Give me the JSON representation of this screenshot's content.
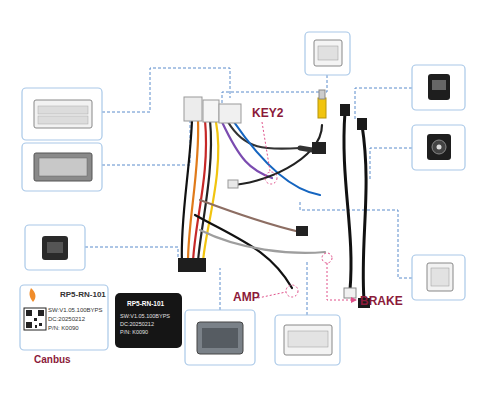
{
  "diagram": {
    "nodes": [
      {
        "text": [
          "RP5-RN-101",
          "SW:V1.05.100BYPS",
          "DC:20250212",
          "P/N: K0090",
          "Canbus"
        ]
      },
      {
        "text": [
          "RP5-RN-101",
          "SW:V1.05.100BYPS",
          "DC:20250212",
          "P/N: K0090"
        ]
      }
    ],
    "labels": [
      "KEY2",
      "AMP",
      "BRAKE"
    ]
  }
}
